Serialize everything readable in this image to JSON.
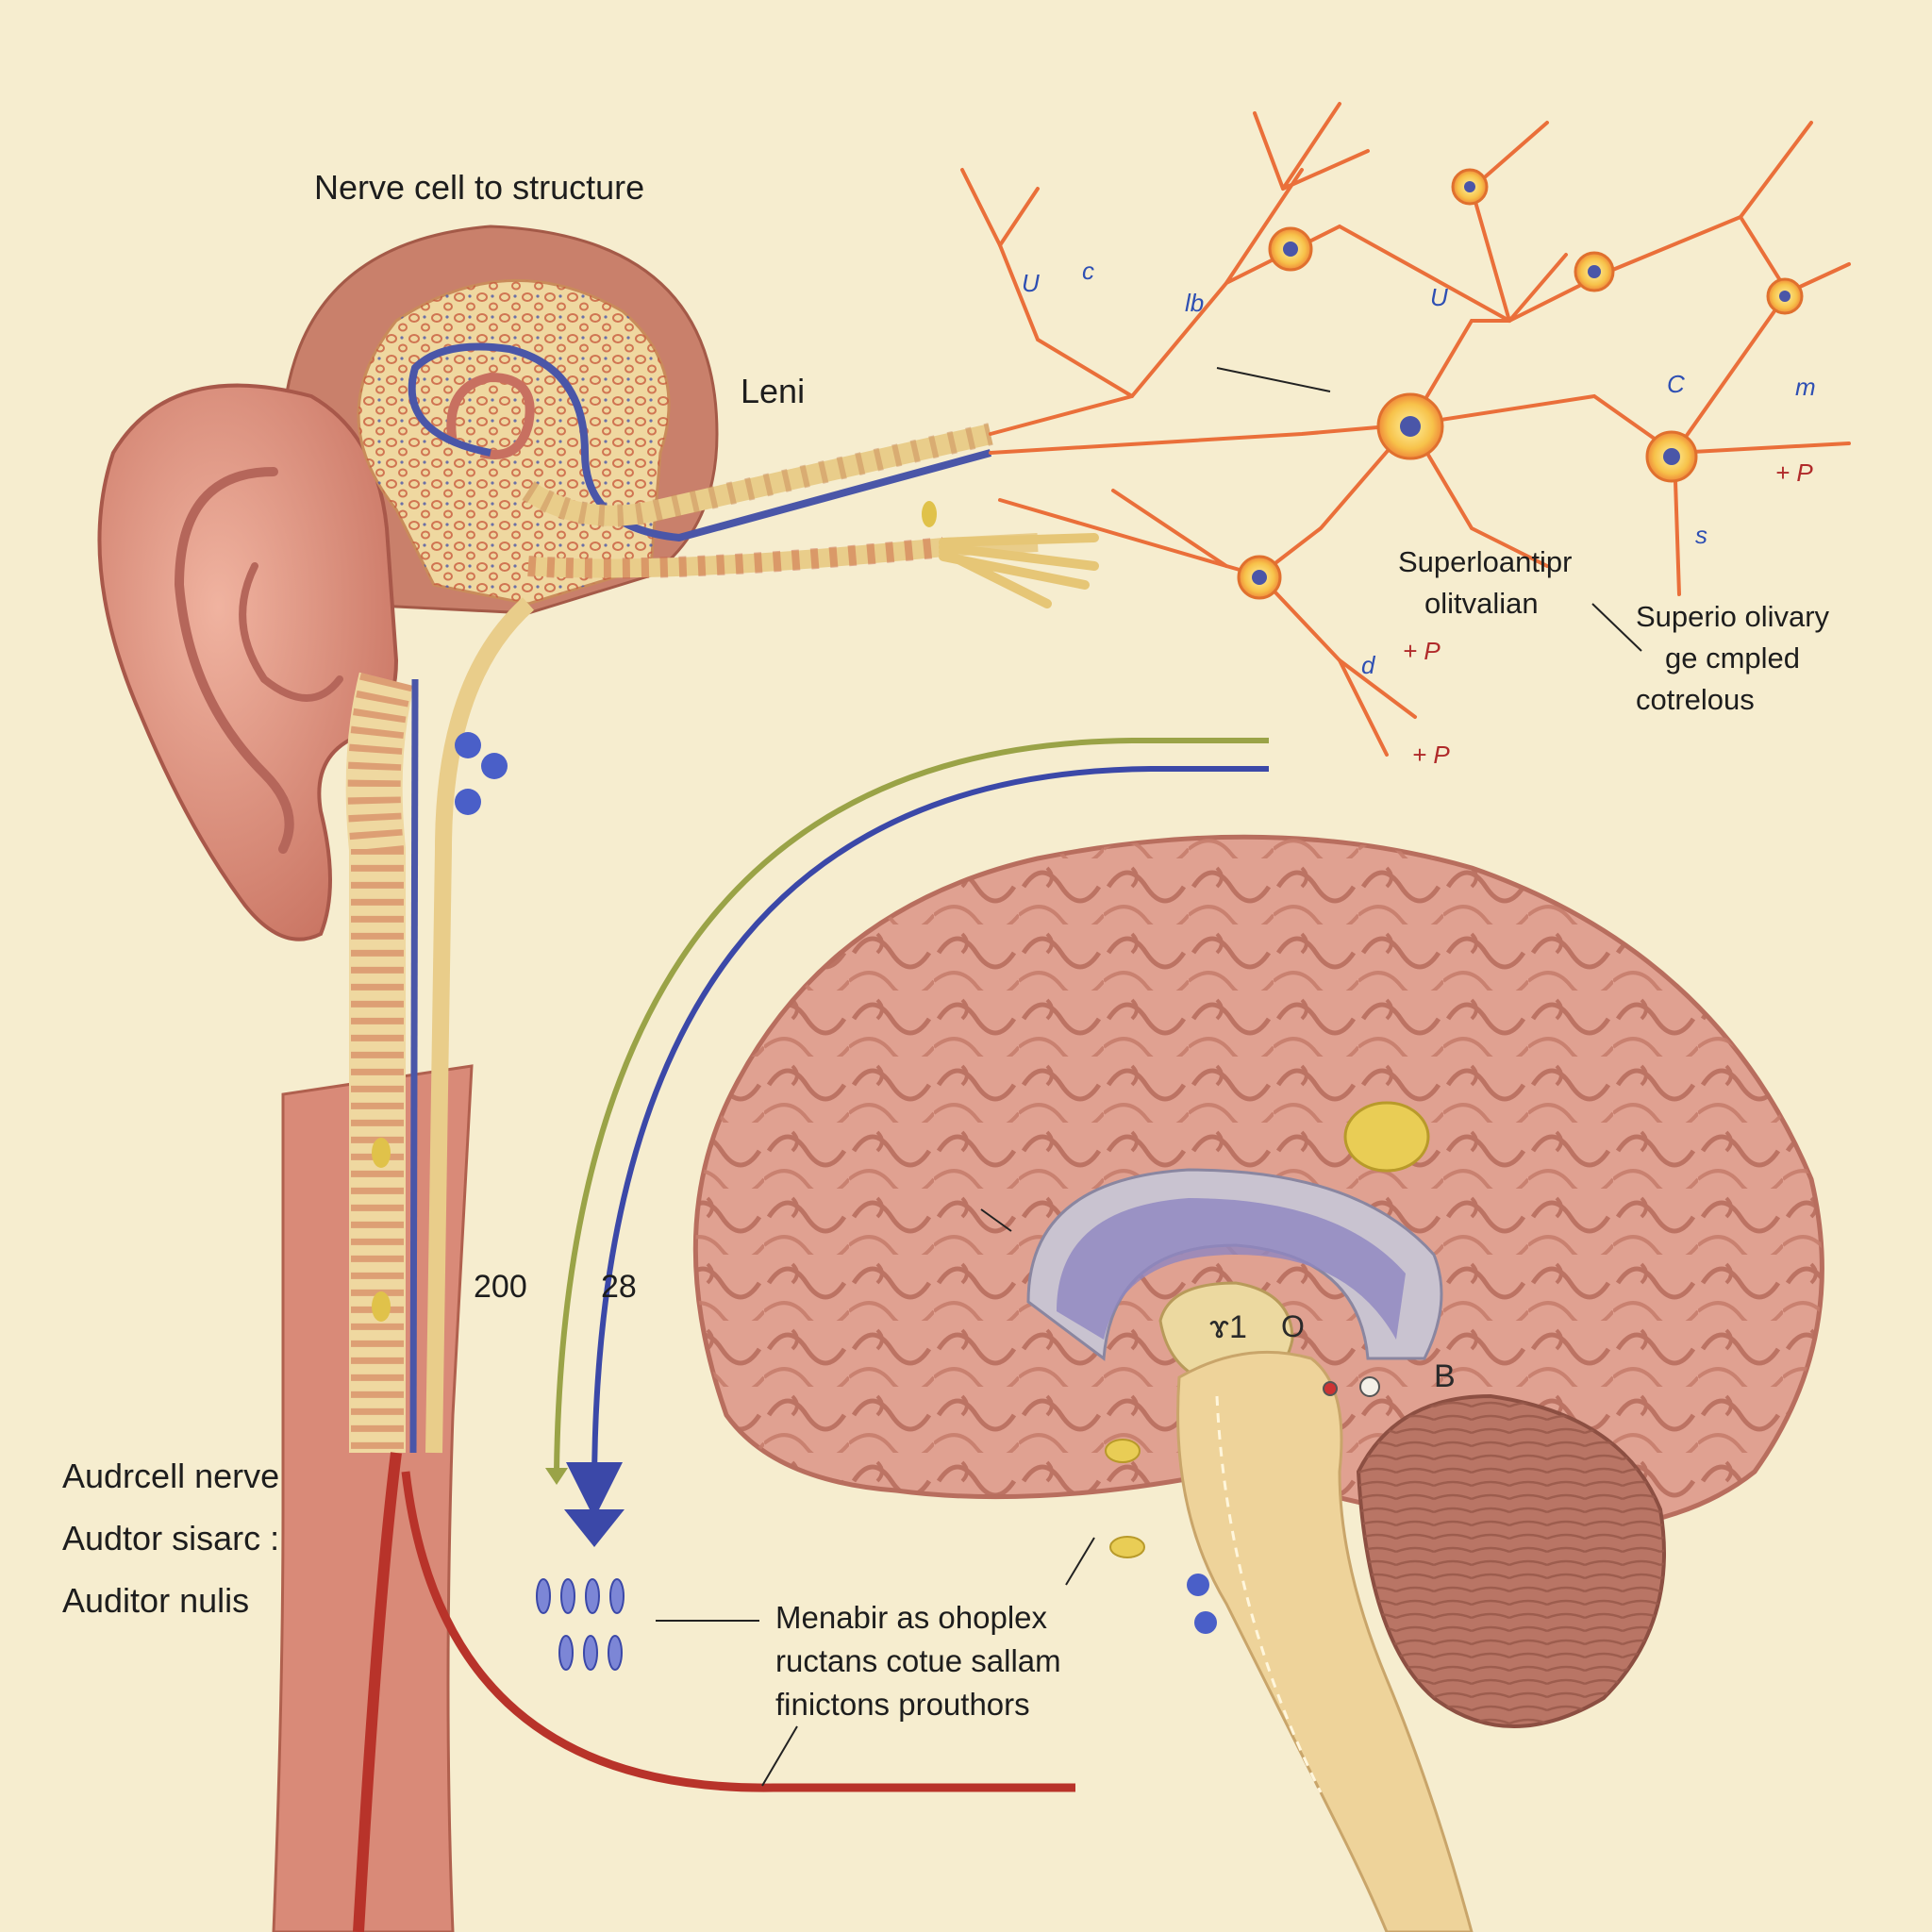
{
  "labels": {
    "title": "Nerve cell to structure",
    "leni": "Leni",
    "superior_left_1": "Superloantipr",
    "superior_left_2": "olitvalian",
    "superior_right_1": "Superio olivary",
    "superior_right_2": "ge cmpled",
    "superior_right_3": "cotrelous",
    "auditory_1": "Audrcell nerve",
    "auditory_2": "Audtor sisarc :",
    "auditory_3": "Auditor nulis",
    "number_left": "200",
    "number_right": "28",
    "medial_1": "Menabir as ohoplex",
    "medial_2": "ructans cotue sallam",
    "medial_3": "finictons prouthors",
    "brain_b": "B",
    "brain_r1": "ɤ1",
    "brain_o": "O"
  },
  "neuron_letters": {
    "u": "U",
    "c1": "c",
    "lb": "lb",
    "u2": "U",
    "c2": "C",
    "m": "m",
    "p1": "+ P",
    "s": "s",
    "d": "d",
    "p2": "+ P",
    "p3": "+ P"
  },
  "colors": {
    "background": "#f6edcf",
    "skin": "#e7a795",
    "nerve_yellow": "#e9cd8a",
    "nerve_blue": "#4a56a8",
    "neuron": "#f28a45",
    "brain": "#dfa08e",
    "artery": "#b8332a"
  }
}
